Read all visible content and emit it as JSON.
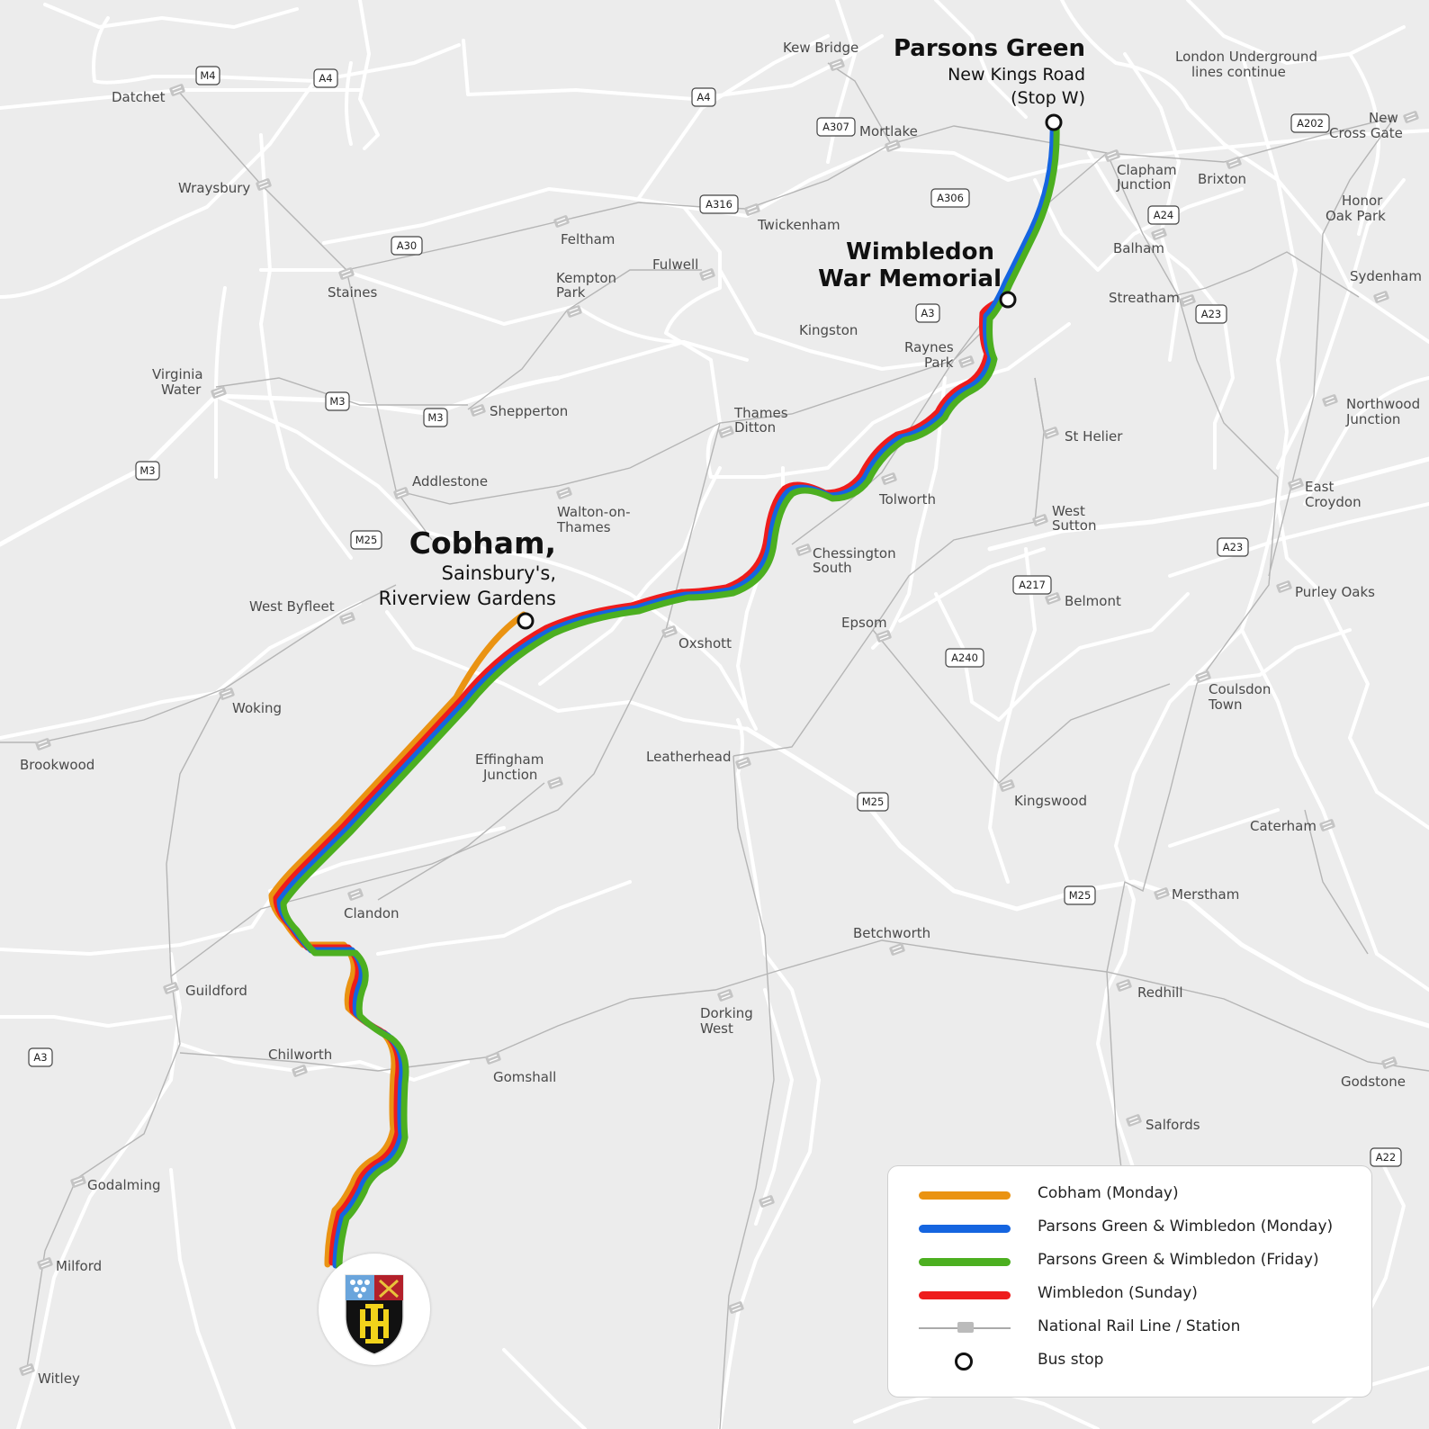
{
  "colors": {
    "background": "#ececec",
    "road": "#ffffff",
    "rail": "#b5b5b5",
    "cobham_monday": "#ea9312",
    "parsons_monday": "#1565e0",
    "parsons_friday": "#4caf20",
    "wimbledon_sunday": "#ee1c1c"
  },
  "stops": {
    "parsons_green": {
      "title": "Parsons Green",
      "line1": "New Kings Road",
      "line2": "(Stop W)"
    },
    "wimbledon": {
      "line1": "Wimbledon",
      "line2": "War Memorial"
    },
    "cobham": {
      "title": "Cobham,",
      "line1": "Sainsbury's,",
      "line2": "Riverview Gardens"
    }
  },
  "places": {
    "kew_bridge": "Kew Bridge",
    "london_underground_1": "London Underground",
    "london_underground_2": "lines continue",
    "datchet": "Datchet",
    "mortlake": "Mortlake",
    "new_cross_1": "New",
    "new_cross_2": "Cross Gate",
    "clapham_1": "Clapham",
    "clapham_2": "Junction",
    "brixton": "Brixton",
    "wraysbury": "Wraysbury",
    "twickenham": "Twickenham",
    "honor_1": "Honor",
    "honor_2": "Oak Park",
    "feltham": "Feltham",
    "balham": "Balham",
    "fulwell": "Fulwell",
    "kempton_1": "Kempton",
    "kempton_2": "Park",
    "staines": "Staines",
    "sydenham": "Sydenham",
    "streatham": "Streatham",
    "kingston": "Kingston",
    "raynes_1": "Raynes",
    "raynes_2": "Park",
    "virginia_1": "Virginia",
    "virginia_2": "Water",
    "northwood_1": "Northwood",
    "northwood_2": "Junction",
    "shepperton": "Shepperton",
    "thames_ditton_1": "Thames",
    "thames_ditton_2": "Ditton",
    "st_helier": "St Helier",
    "addlestone": "Addlestone",
    "tolworth": "Tolworth",
    "east_croydon_1": "East",
    "east_croydon_2": "Croydon",
    "walton_1": "Walton-on-",
    "walton_2": "Thames",
    "west_sutton_1": "West",
    "west_sutton_2": "Sutton",
    "chessington_1": "Chessington",
    "chessington_2": "South",
    "belmont": "Belmont",
    "purley_oaks": "Purley Oaks",
    "west_byfleet": "West Byfleet",
    "epsom": "Epsom",
    "oxshott": "Oxshott",
    "coulsdon_1": "Coulsdon",
    "coulsdon_2": "Town",
    "woking": "Woking",
    "brookwood": "Brookwood",
    "effingham_1": "Effingham",
    "effingham_2": "Junction",
    "leatherhead": "Leatherhead",
    "kingswood": "Kingswood",
    "caterham": "Caterham",
    "merstham": "Merstham",
    "clandon": "Clandon",
    "betchworth": "Betchworth",
    "guildford": "Guildford",
    "redhill": "Redhill",
    "dorking_1": "Dorking",
    "dorking_2": "West",
    "chilworth": "Chilworth",
    "gomshall": "Gomshall",
    "godstone": "Godstone",
    "salfords": "Salfords",
    "godalming": "Godalming",
    "milford": "Milford",
    "witley": "Witley"
  },
  "road_labels": {
    "m4": "M4",
    "a4a": "A4",
    "a4b": "A4",
    "a307": "A307",
    "a202": "A202",
    "a316": "A316",
    "a306": "A306",
    "a24": "A24",
    "a30": "A30",
    "a3a": "A3",
    "a23a": "A23",
    "m3a": "M3",
    "m3b": "M3",
    "m3c": "M3",
    "m25a": "M25",
    "a23b": "A23",
    "a217": "A217",
    "a240": "A240",
    "m25b": "M25",
    "m25c": "M25",
    "a3b": "A3",
    "a22": "A22"
  },
  "legend": [
    {
      "label": "Cobham (Monday)",
      "color": "#ea9312"
    },
    {
      "label": "Parsons Green & Wimbledon (Monday)",
      "color": "#1565e0"
    },
    {
      "label": "Parsons Green & Wimbledon (Friday)",
      "color": "#4caf20"
    },
    {
      "label": "Wimbledon (Sunday)",
      "color": "#ee1c1c"
    },
    {
      "label": "National Rail Line / Station"
    },
    {
      "label": "Bus stop"
    }
  ]
}
